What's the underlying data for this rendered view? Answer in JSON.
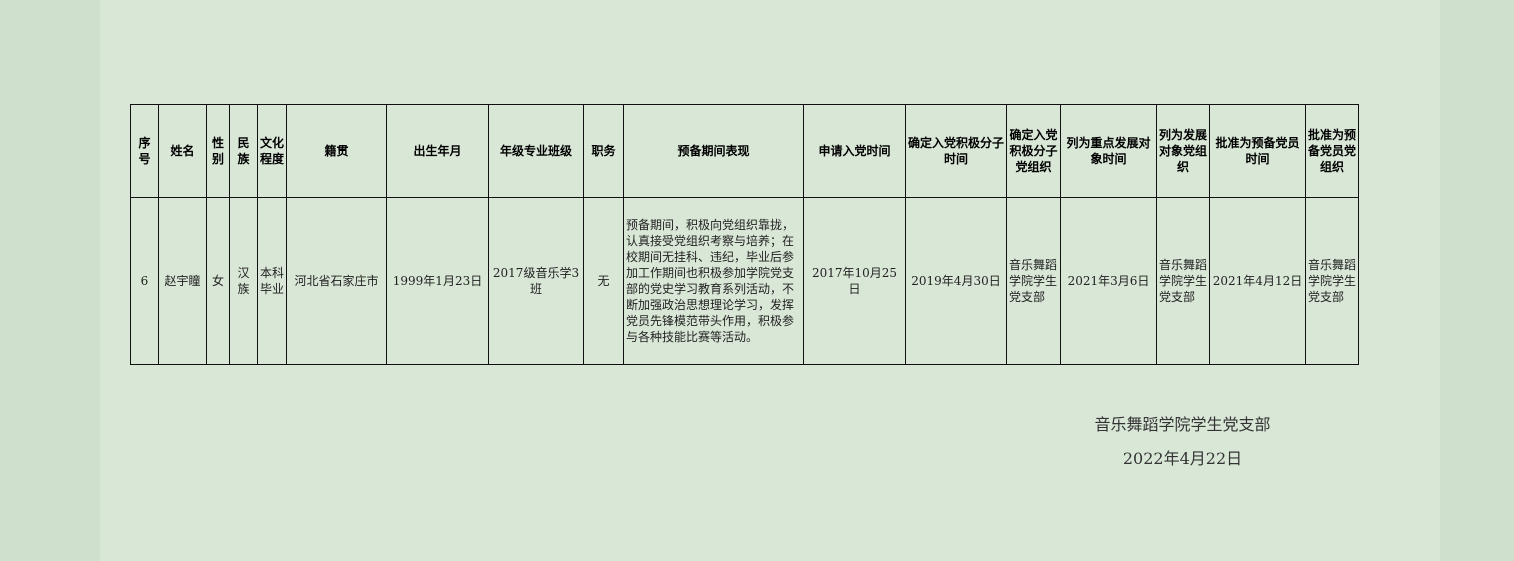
{
  "headers": [
    "序号",
    "姓名",
    "性别",
    "民族",
    "文化程度",
    "籍贯",
    "出生年月",
    "年级专业班级",
    "职务",
    "预备期间表现",
    "申请入党时间",
    "确定入党积极分子时间",
    "确定入党积极分子党组织",
    "列为重点发展对象时间",
    "列为发展对象党组织",
    "批准为预备党员时间",
    "批准为预备党员党组织"
  ],
  "row": [
    "6",
    "赵宇瞳",
    "女",
    "汉族",
    "本科毕业",
    "河北省石家庄市",
    "1999年1月23日",
    "2017级音乐学3班",
    "无",
    "预备期间，积极向党组织靠拢，认真接受党组织考察与培养；在校期间无挂科、违纪，毕业后参加工作期间也积极参加学院党支部的党史学习教育系列活动，不断加强政治思想理论学习，发挥党员先锋模范带头作用，积极参与各种技能比赛等活动。",
    "2017年10月25日",
    "2019年4月30日",
    "音乐舞蹈学院学生党支部",
    "2021年3月6日",
    "音乐舞蹈学院学生党支部",
    "2021年4月12日",
    "音乐舞蹈学院学生党支部"
  ],
  "signature": {
    "org": "音乐舞蹈学院学生党支部",
    "date": "2022年4月22日"
  }
}
